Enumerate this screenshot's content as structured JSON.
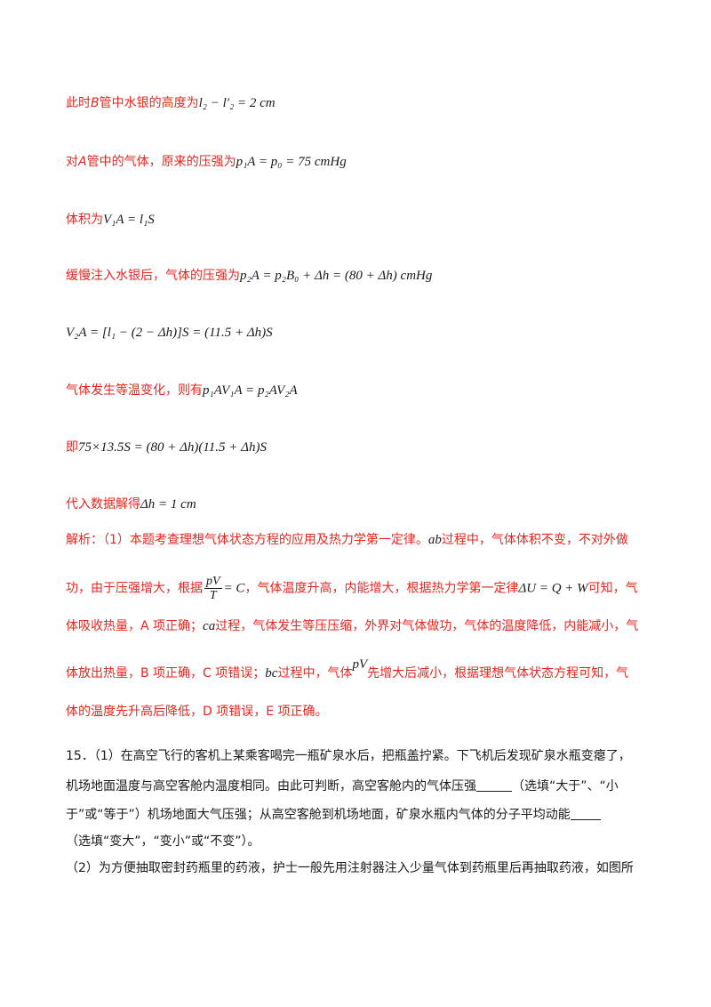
{
  "lines": {
    "l1_text": "此时",
    "l1_b": "B",
    "l1_text2": "管中水银的高度为",
    "l1_eq": "l₂ − l′₂ = 2 cm",
    "l2_text": "对",
    "l2_a": "A",
    "l2_text2": "管中的气体，原来的压强为",
    "l2_eq": "p₁A = p₀ = 75 cmHg",
    "l3_text": "体积为",
    "l3_eq": "V₁A = l₁S",
    "l4_text": "缓慢注入水银后，气体的压强为",
    "l4_eq": "p₂A = p₂B₀ + Δh = (80 + Δh) cmHg",
    "l5_eq": "V₂A = [l₁ − (2 − Δh)]S = (11.5 + Δh)S",
    "l6_text": "气体发生等温变化，则有",
    "l6_eq": "p₁AV₁A = p₂AV₂A",
    "l7_text": "即",
    "l7_eq": "75×13.5S = (80 + Δh)(11.5 + Δh)S",
    "l8_text": "代入数据解得",
    "l8_eq": "Δh = 1 cm"
  },
  "analysis": {
    "p1_a": "解析：（1）本题考查理想气体状态方程的应用及热力学第一定律。",
    "p1_ab": "ab",
    "p1_b": "过程中，气体体积不变，不对外做",
    "p2_a": "功，由于压强增大，根据",
    "p2_frac_num": "pV",
    "p2_frac_den": "T",
    "p2_frac_rhs": "= C",
    "p2_b": "，气体温度升高，内能增大，根据热力学第一定律",
    "p2_eq": "ΔU = Q + W",
    "p2_c": "可知，气",
    "p3_a": "体吸收热量，A 项正确；",
    "p3_ca": "ca",
    "p3_b": "过程，气体发生等压压缩，外界对气体做功，气体的温度降低，内能减小，气",
    "p4_a": "体放出热量，B 项正确，C 项错误；",
    "p4_bc": "bc",
    "p4_b": "过程中，气体",
    "p4_pv": "pV",
    "p4_c": "先增大后减小，根据理想气体状态方程可知，气",
    "p5": "体的温度先升高后降低，D 项错误，E 项正确。"
  },
  "question": {
    "q1": "15．（1）在高空飞行的客机上某乘客喝完一瓶矿泉水后，把瓶盖拧紧。下飞机后发现矿泉水瓶变瘪了，",
    "q2a": "机场地面温度与高空客舱内温度相同。由此可判断，高空客舱内的气体压强",
    "q2b": "（选填“大于”、“小",
    "q3a": "于”或“等于”）机场地面大气压强；从高空客舱到机场地面，矿泉水瓶内气体的分子平均动能",
    "q4": "（选填“变大”，“变小”或“不变”）。",
    "q5": "（2）为方便抽取密封药瓶里的药液，护士一般先用注射器注入少量气体到药瓶里后再抽取药液，如图所"
  }
}
